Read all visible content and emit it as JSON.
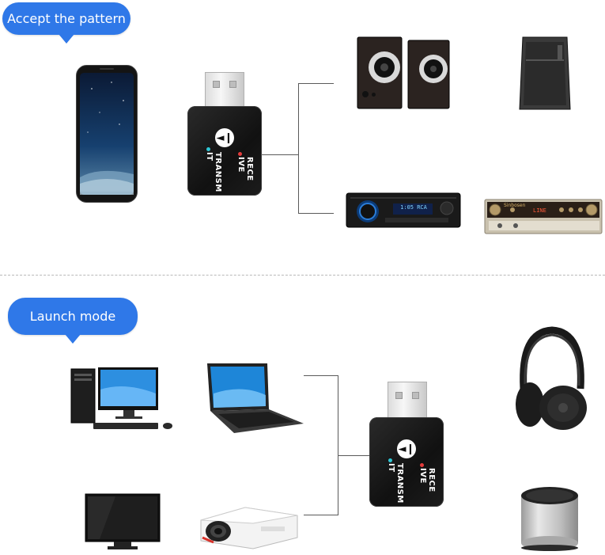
{
  "sections": {
    "receive": {
      "label": "Accept the pattern"
    },
    "transmit": {
      "label": "Launch mode"
    }
  },
  "dongle": {
    "receive_label": "RECE IVE",
    "transmit_label": "TRANSM IT",
    "button_icon": "play-pause-icon"
  },
  "car_stereo": {
    "display": "1:05 RCA"
  },
  "amplifier": {
    "brand": "Sinbosen",
    "display": "LINE"
  },
  "colors": {
    "bubble": "#2f78e8",
    "receive_dot": "#e23b3b",
    "transmit_dot": "#2ec7d6",
    "connector_line": "#5a5a5a"
  }
}
